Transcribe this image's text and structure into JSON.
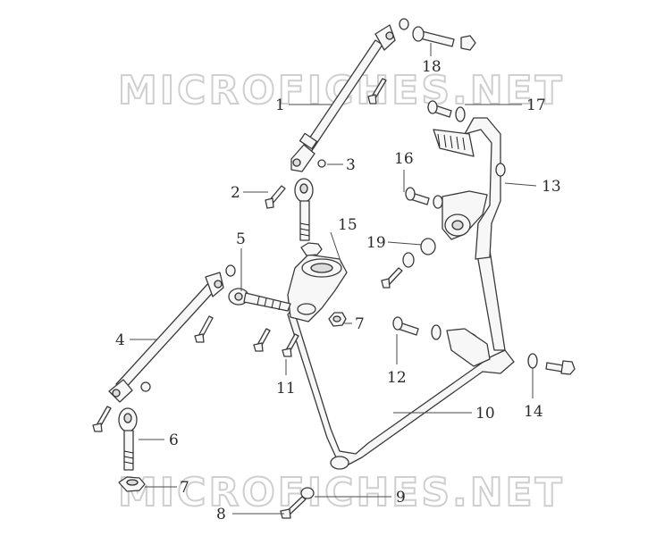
{
  "watermark": {
    "text_top": "MICROFICHES.NET",
    "text_bottom": "MICROFICHES.NET"
  },
  "callouts": {
    "c1": "1",
    "c2": "2",
    "c3": "3",
    "c4": "4",
    "c5": "5",
    "c6": "6",
    "c7a": "7",
    "c7b": "7",
    "c8": "8",
    "c9": "9",
    "c10": "10",
    "c11": "11",
    "c12": "12",
    "c13": "13",
    "c14": "14",
    "c15": "15",
    "c16": "16",
    "c17": "17",
    "c18": "18",
    "c19": "19"
  }
}
